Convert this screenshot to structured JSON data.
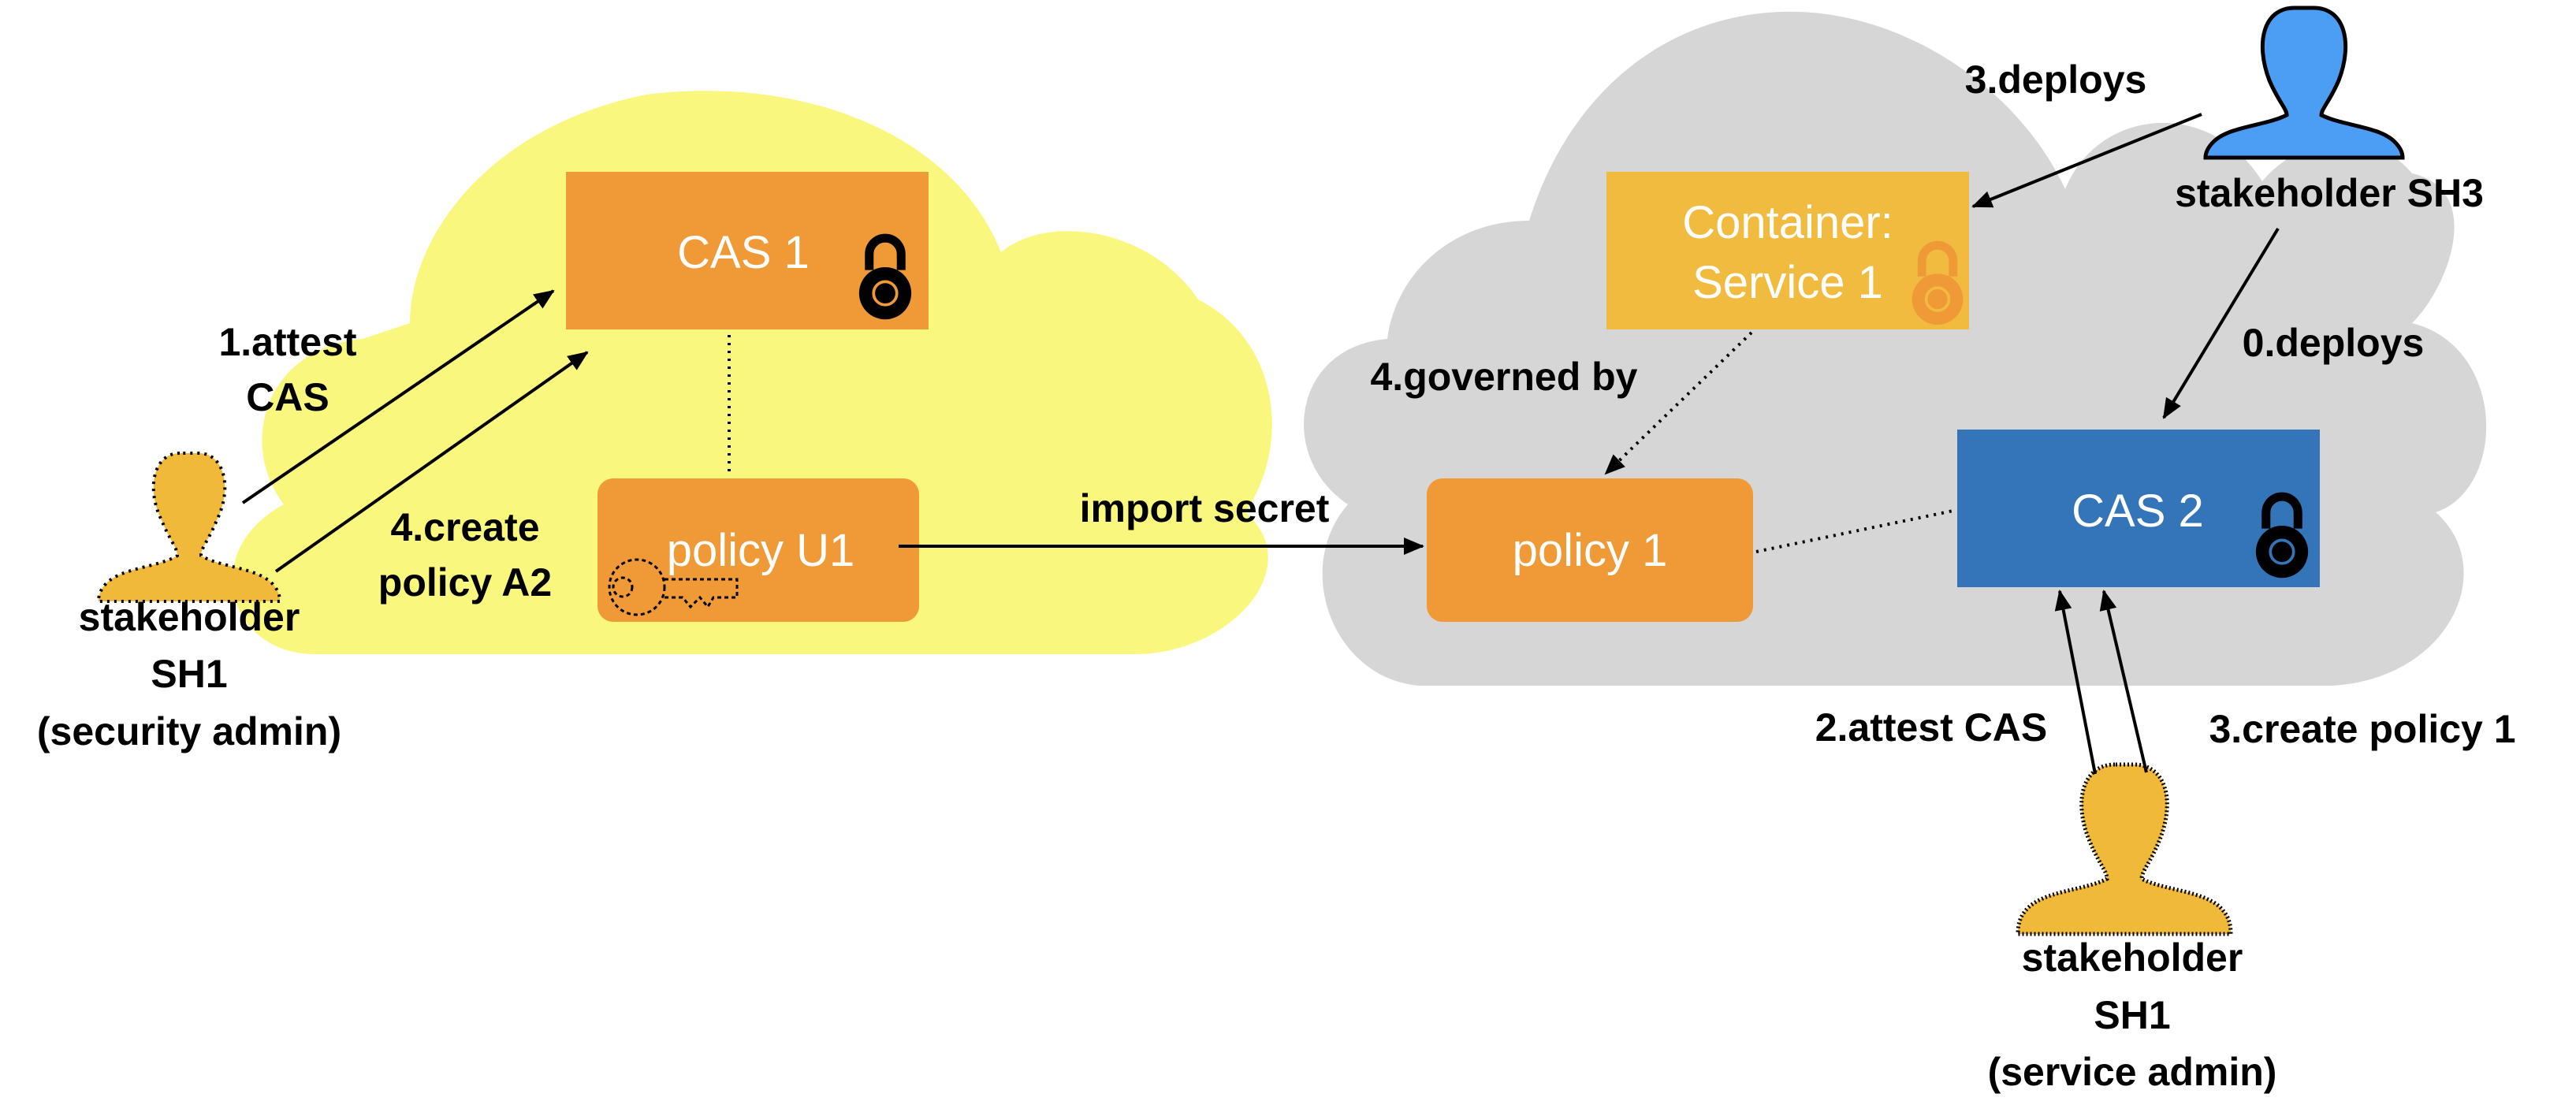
{
  "colors": {
    "yellow_cloud": "#faf77e",
    "grey_cloud": "#d6d6d6",
    "orange": "#f09a37",
    "light_orange": "#f1bb40",
    "blue_box": "#3474b8",
    "blue_person": "#4b9ef4",
    "yellow_person": "#f0b93a"
  },
  "boxes": {
    "cas1": "CAS 1",
    "policy_u1": "policy U1",
    "container_line1": "Container:",
    "container_line2": "Service 1",
    "policy1": "policy 1",
    "cas2": "CAS 2"
  },
  "people": {
    "sh1_security": [
      "stakeholder",
      "SH1",
      "(security admin)"
    ],
    "sh1_service": [
      "stakeholder",
      "SH1",
      "(service admin)"
    ],
    "sh3": "stakeholder SH3"
  },
  "edges": {
    "attest_cas1_line1": "1.attest",
    "attest_cas1_line2": "CAS",
    "create_a2_line1": "4.create",
    "create_a2_line2": "policy A2",
    "import_secret": "import secret",
    "deploys_container": "3.deploys",
    "governed_by": "4.governed by",
    "deploys_cas2": "0.deploys",
    "attest_cas2": "2.attest CAS",
    "create_policy1": "3.create policy 1"
  },
  "icons": [
    "lock-icon",
    "key-icon",
    "person-icon"
  ]
}
